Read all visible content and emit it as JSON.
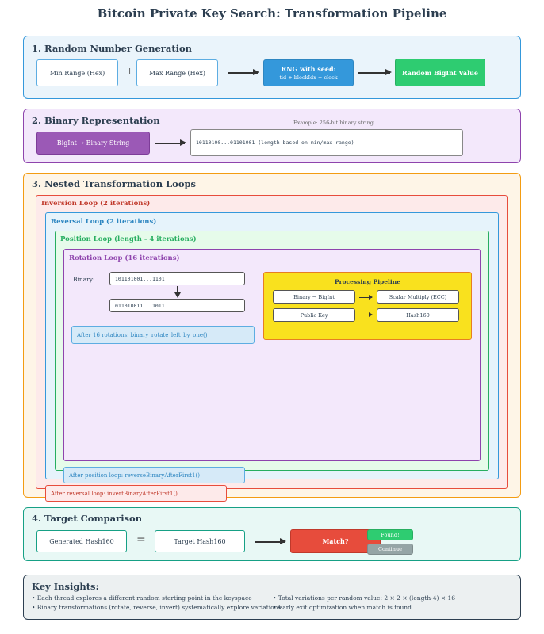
{
  "title": "Bitcoin Private Key Search: Transformation Pipeline",
  "section1": {
    "title": "1. Random Number Generation",
    "min_range": "Min Range (Hex)",
    "plus": "+",
    "max_range": "Max Range (Hex)",
    "rng_title": "RNG with seed:",
    "rng_sub": "tid + blockIdx + clock",
    "random_bigint": "Random BigInt Value"
  },
  "section2": {
    "title": "2. Binary Representation",
    "bigint_to_binary": "BigInt → Binary String",
    "example_caption": "Example: 256-bit binary string",
    "example_value": "10110100...01101001 (length based on min/max range)"
  },
  "section3": {
    "title": "3. Nested Transformation Loops",
    "inversion_title": "Inversion Loop (2 iterations)",
    "reversal_title": "Reversal Loop (2 iterations)",
    "position_title": "Position Loop (length - 4 iterations)",
    "rotation_title": "Rotation Loop (16 iterations)",
    "binary_label": "Binary:",
    "binary_before": "101101001...1101",
    "binary_after": "011010011...1011",
    "rotation_note": "After 16 rotations: binary_rotate_left_by_one()",
    "pipeline_title": "Processing Pipeline",
    "pipe_binary_bigint": "Binary → BigInt",
    "pipe_scalar": "Scalar Multiply (ECC)",
    "pipe_pubkey": "Public Key",
    "pipe_hash160": "Hash160",
    "position_note": "After position loop: reverseBinaryAfterFirst1()",
    "reversal_note": "After reversal loop: invertBinaryAfterFirst1()"
  },
  "section4": {
    "title": "4. Target Comparison",
    "generated": "Generated Hash160",
    "equals": "=",
    "target": "Target Hash160",
    "match": "Match?",
    "found": "Found!",
    "continue": "Continue"
  },
  "insights": {
    "title": "Key Insights:",
    "items": [
      "• Each thread explores a different random starting point in the keyspace",
      "• Binary transformations (rotate, reverse, invert) systematically explore variations",
      "• Total variations per random value: 2 × 2 × (length-4) × 16",
      "• Early exit optimization when match is found"
    ]
  },
  "colors": {
    "sec1_bg": "#eaf4fb",
    "sec1_border": "#3498db",
    "sec2_bg": "#f3e8fb",
    "sec2_border": "#8e44ad",
    "sec3_bg": "#fef5e7",
    "sec3_border": "#f39c12",
    "sec4_bg": "#e8f8f5",
    "sec4_border": "#16a085",
    "rng": "#3498db",
    "random": "#2ecc71",
    "match": "#e74c3c",
    "pipeline": "#f9e11e"
  }
}
